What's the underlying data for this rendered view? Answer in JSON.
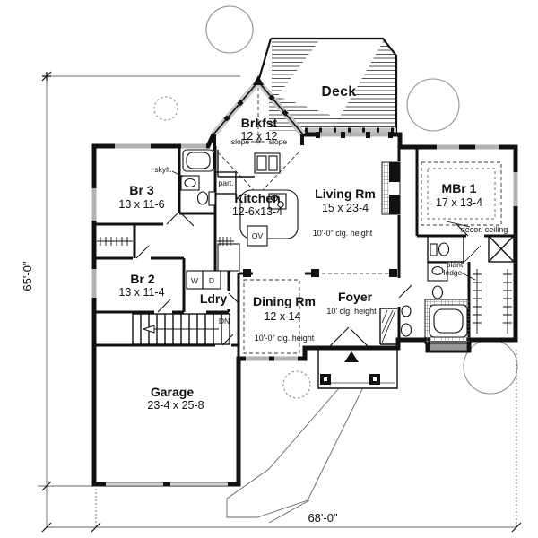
{
  "plan": {
    "colors": {
      "ink": "#111111",
      "window_gray": "#b3b3b3",
      "site_gray": "#8f8f8f",
      "background": "#ffffff"
    },
    "dimensions": {
      "left": "65'-0\"",
      "bottom": "68'-0\""
    },
    "rooms": {
      "deck": {
        "name": "Deck"
      },
      "brkfst": {
        "name": "Brkfst",
        "size": "12 x 12"
      },
      "kitchen": {
        "name": "Kitchen",
        "size": "12-6x13-4"
      },
      "living": {
        "name": "Living Rm",
        "size": "15 x 23-4",
        "ceiling": "10'-0\" clg. height"
      },
      "br3": {
        "name": "Br 3",
        "size": "13 x 11-6"
      },
      "br2": {
        "name": "Br 2",
        "size": "13 x 11-4"
      },
      "ldry": {
        "name": "Ldry"
      },
      "dining": {
        "name": "Dining Rm",
        "size": "12 x 14",
        "ceiling": "10'-0\" clg. height"
      },
      "foyer": {
        "name": "Foyer",
        "ceiling": "10' clg. height"
      },
      "mbr": {
        "name": "MBr 1",
        "size": "17 x 13-4",
        "ceiling": "decor. ceiling"
      },
      "garage": {
        "name": "Garage",
        "size": "23-4 x 25-8"
      }
    },
    "annotations": {
      "skylight": "skylt.",
      "pantry": "part.",
      "washer": "W",
      "dryer": "D",
      "oven": "OV",
      "stairs_down": "DN",
      "slope_left": "slope",
      "slope_right": "slope",
      "plant_line1": "plant",
      "plant_line2": "ledge"
    }
  }
}
